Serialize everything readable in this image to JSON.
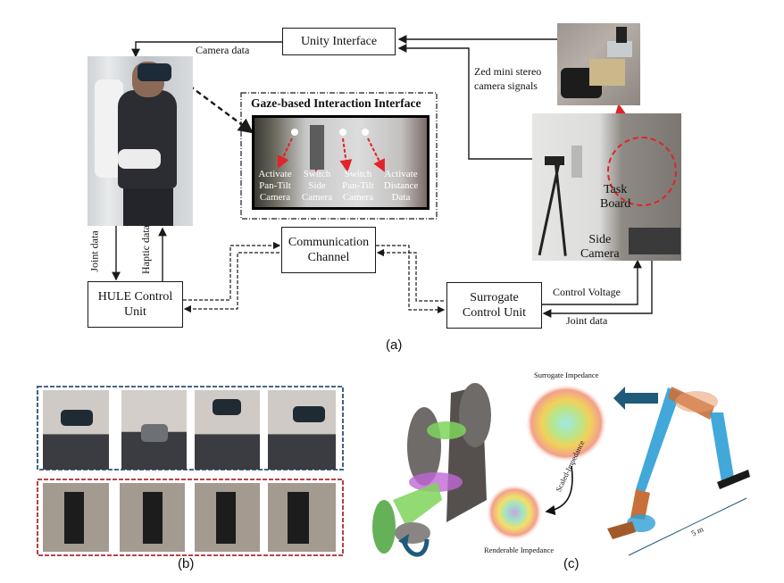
{
  "panel_a": {
    "caption": "(a)",
    "blocks": {
      "unity": "Unity Interface",
      "comm": [
        "Communication",
        "Channel"
      ],
      "hule": [
        "HULE Control",
        "Unit"
      ],
      "surrogate": [
        "Surrogate",
        "Control Unit"
      ]
    },
    "signals": {
      "camera_data": "Camera data",
      "zed": [
        "Zed mini stereo",
        "camera signals"
      ],
      "joint_data_left": "Joint data",
      "haptic_data": "Haptic data",
      "control_voltage": "Control Voltage",
      "joint_data_right": "Joint data"
    },
    "gaze_interface": {
      "title": "Gaze-based Interaction Interface",
      "options": [
        [
          "Activate",
          "Pan-Tilt",
          "Camera"
        ],
        [
          "Switch",
          "Side",
          "Camera"
        ],
        [
          "Switch",
          "Pan-Tilt",
          "Camera"
        ],
        [
          "Activate",
          "Distance",
          "Data"
        ]
      ]
    },
    "setup_labels": {
      "task_board": [
        "Task",
        "Board"
      ],
      "side_camera": [
        "Side",
        "Camera"
      ]
    },
    "colors": {
      "accent_red": "#e0242a",
      "line": "#1a1a1a"
    }
  },
  "panel_b": {
    "caption": "(b)",
    "rows": [
      {
        "name": "operator-head-poses",
        "count": 4,
        "border": "#2f4f7a"
      },
      {
        "name": "pan-tilt-camera-poses",
        "count": 4,
        "border": "#b0282f"
      }
    ]
  },
  "panel_c": {
    "caption": "(c)",
    "labels": {
      "surrogate_impedance": "Surrogate Impedance",
      "scaled_impedance": "Scaled-Impedance",
      "renderable_impedance": "Renderable Impedance",
      "length": "5 m"
    },
    "colors": {
      "arrow": "#1f5a7a",
      "link_blue": "#2e9fd6",
      "link_orange": "#c8703a"
    }
  }
}
